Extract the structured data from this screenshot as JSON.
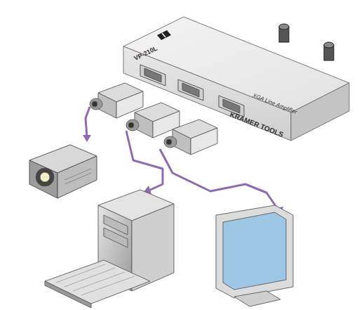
{
  "diagram": {
    "labels": [
      "VP-210L",
      "XGA Line Amplifier",
      "KRAMER TOOLS"
    ]
  }
}
